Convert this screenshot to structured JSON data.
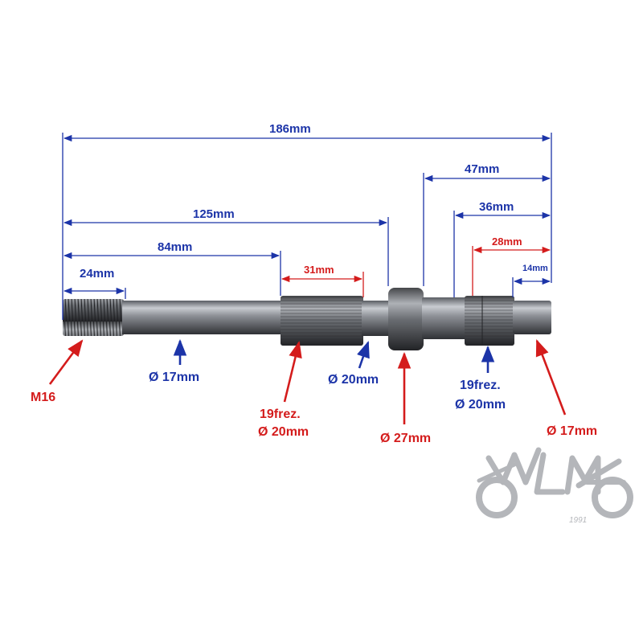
{
  "colors": {
    "blue": "#1c34a8",
    "red": "#d41c1c",
    "shaft_dark": "#3d3f44",
    "shaft_light": "#a9acb2",
    "logo_gray": "#b4b6ba"
  },
  "dimensions": {
    "total": "186mm",
    "d47": "47mm",
    "d125": "125mm",
    "d36": "36mm",
    "d28": "28mm",
    "d84": "84mm",
    "d31": "31mm",
    "d24": "24mm",
    "d14": "14mm"
  },
  "callouts": {
    "thread": "M16",
    "shaft_dia": "Ø 17mm",
    "spline1_count": "19frez.",
    "spline1_dia": "Ø 20mm",
    "neck_dia": "Ø 20mm",
    "collar_dia": "Ø 27mm",
    "spline2_count": "19frez.",
    "spline2_dia": "Ø 20mm",
    "end_dia": "Ø 17mm"
  },
  "logo": {
    "text": "WMZ",
    "year": "1991"
  }
}
